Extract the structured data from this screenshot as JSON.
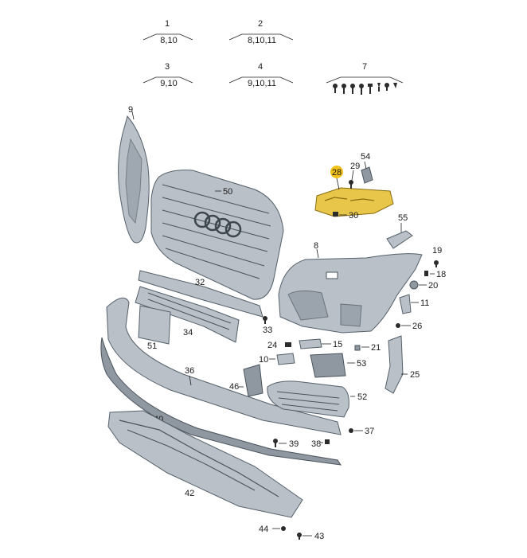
{
  "sets": [
    {
      "id": "1",
      "sub": "8,10"
    },
    {
      "id": "2",
      "sub": "8,10,11"
    },
    {
      "id": "3",
      "sub": "9,10"
    },
    {
      "id": "4",
      "sub": "9,10,11"
    },
    {
      "id": "7",
      "sub": ""
    }
  ],
  "labels": {
    "p9": "9",
    "p50": "50",
    "p28": "28",
    "p29": "29",
    "p54": "54",
    "p30": "30",
    "p55": "55",
    "p8": "8",
    "p19": "19",
    "p18": "18",
    "p20": "20",
    "p11": "11",
    "p26": "26",
    "p32": "32",
    "p33": "33",
    "p34": "34",
    "p51": "51",
    "p24": "24",
    "p15": "15",
    "p21": "21",
    "p10": "10",
    "p53": "53",
    "p25": "25",
    "p36": "36",
    "p46": "46",
    "p52": "52",
    "p40": "40",
    "p37": "37",
    "p39": "39",
    "p38": "38",
    "p42": "42",
    "p44": "44",
    "p43": "43"
  },
  "highlight_color": "#f2c21b"
}
